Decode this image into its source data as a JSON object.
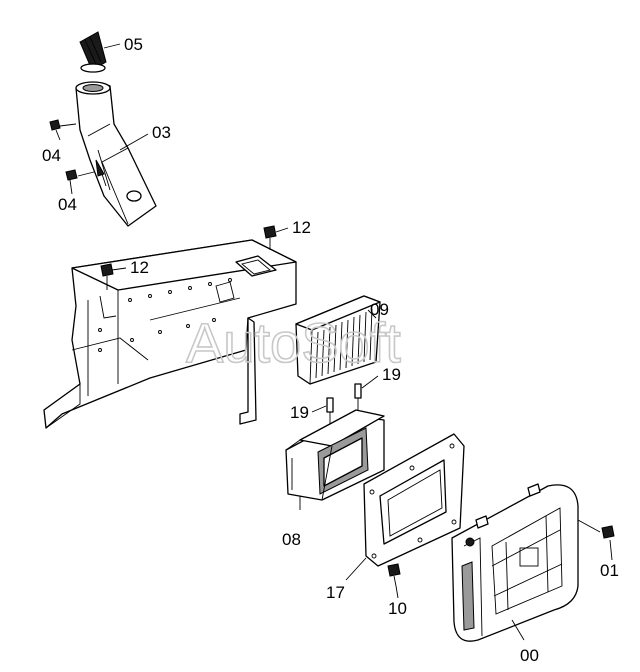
{
  "watermark": "AutoSoft",
  "callouts": {
    "c00": "00",
    "c01": "01",
    "c03": "03",
    "c04a": "04",
    "c04b": "04",
    "c05": "05",
    "c08": "08",
    "c09": "09",
    "c10": "10",
    "c12a": "12",
    "c12b": "12",
    "c17": "17",
    "c19a": "19",
    "c19b": "19"
  }
}
